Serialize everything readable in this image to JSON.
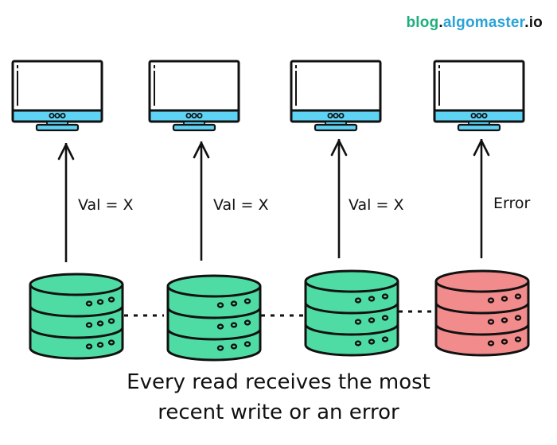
{
  "brand": {
    "part1": "blog",
    "dot1": ".",
    "part2": "algomaster",
    "dot2": ".",
    "part3": "io"
  },
  "colors": {
    "monitor_accent": "#5fd3f3",
    "node_ok": "#4fdca4",
    "node_error": "#f28b8b",
    "stroke": "#111111",
    "brand_green": "#1fae7b",
    "brand_blue": "#2aa3d6"
  },
  "clients": [
    {
      "id": "client-1",
      "icon": "monitor-icon",
      "response": "Val = X"
    },
    {
      "id": "client-2",
      "icon": "monitor-icon",
      "response": "Val = X"
    },
    {
      "id": "client-3",
      "icon": "monitor-icon",
      "response": "Val = X"
    },
    {
      "id": "client-4",
      "icon": "monitor-icon",
      "response": "Error"
    }
  ],
  "nodes": [
    {
      "id": "node-1",
      "icon": "database-icon",
      "status": "ok"
    },
    {
      "id": "node-2",
      "icon": "database-icon",
      "status": "ok"
    },
    {
      "id": "node-3",
      "icon": "database-icon",
      "status": "ok"
    },
    {
      "id": "node-4",
      "icon": "database-icon",
      "status": "error"
    }
  ],
  "caption": {
    "line1": "Every read receives the most",
    "line2": "recent write or an error"
  }
}
